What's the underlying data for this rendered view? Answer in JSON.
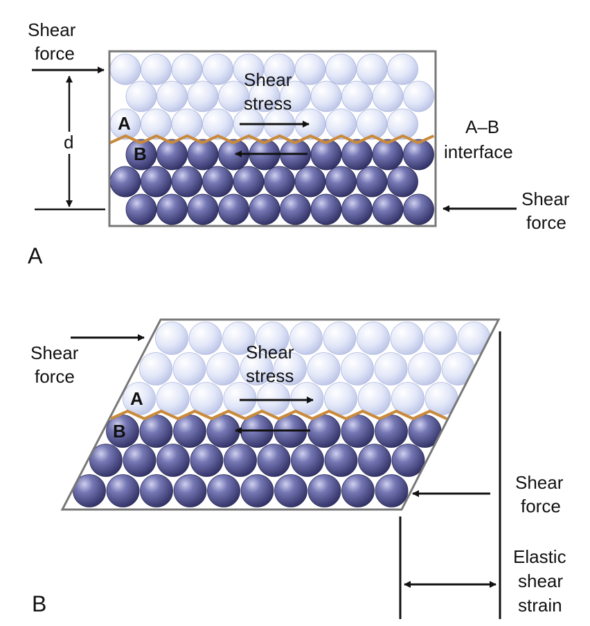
{
  "panel_a": {
    "panel_label": "A",
    "shear_force_top": [
      "Shear",
      "force"
    ],
    "shear_force_bottom": [
      "Shear",
      "force"
    ],
    "shear_stress": [
      "Shear",
      "stress"
    ],
    "distance_label": "d",
    "layer_a_label": "A",
    "layer_b_label": "B",
    "interface_label": [
      "A–B",
      "interface"
    ]
  },
  "panel_b": {
    "panel_label": "B",
    "shear_force_top": [
      "Shear",
      "force"
    ],
    "shear_force_bottom": [
      "Shear",
      "force"
    ],
    "shear_stress": [
      "Shear",
      "stress"
    ],
    "layer_a_label": "A",
    "layer_b_label": "B",
    "strain_label": [
      "Elastic",
      "shear",
      "strain"
    ]
  },
  "colors": {
    "layer_a_atom": "#dfe4f6",
    "layer_b_atom": "#5d5e9a",
    "interface_line": "#c98a3c",
    "frame": "#777777",
    "ink": "#111111"
  }
}
